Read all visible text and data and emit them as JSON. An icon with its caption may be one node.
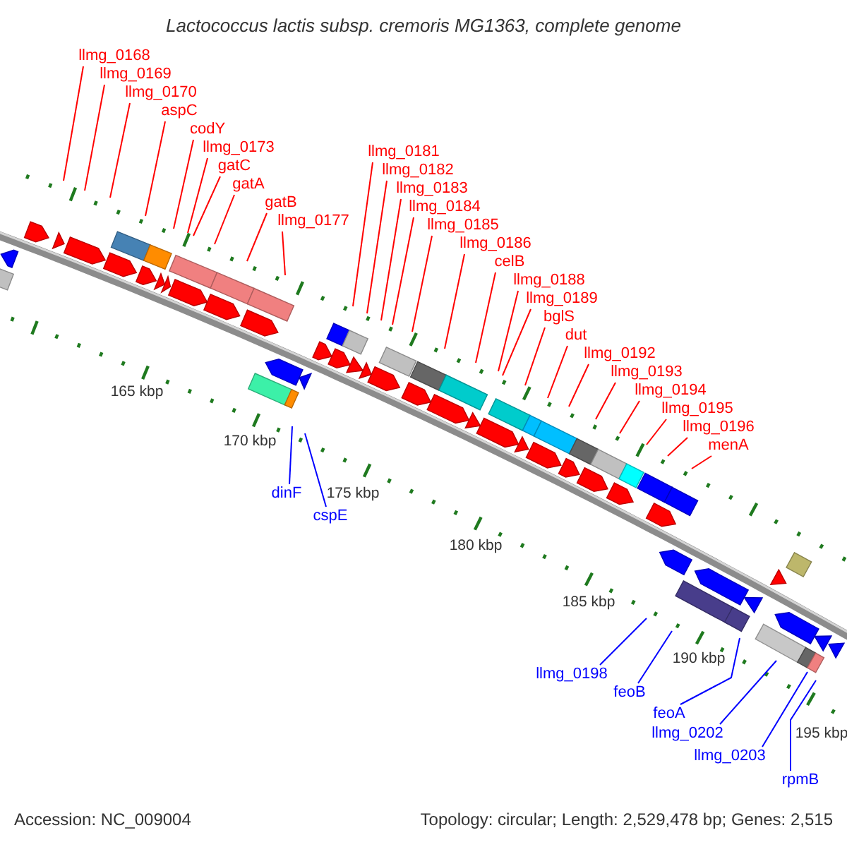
{
  "diagram": {
    "title": "Lactococcus lactis subsp. cremoris MG1363, complete genome",
    "nodes": [
      {
        "text": [
          "llmg_0168"
        ]
      },
      {
        "text": [
          "llmg_0169"
        ]
      },
      {
        "text": [
          "llmg_0170"
        ]
      },
      {
        "text": [
          "aspC"
        ]
      },
      {
        "text": [
          "codY"
        ]
      },
      {
        "text": [
          "llmg_0173"
        ]
      },
      {
        "text": [
          "gatC"
        ]
      },
      {
        "text": [
          "gatA"
        ]
      },
      {
        "text": [
          "gatB"
        ]
      },
      {
        "text": [
          "llmg_0177"
        ]
      },
      {
        "text": [
          "llmg_0181"
        ]
      },
      {
        "text": [
          "llmg_0182"
        ]
      },
      {
        "text": [
          "llmg_0183"
        ]
      },
      {
        "text": [
          "llmg_0184"
        ]
      },
      {
        "text": [
          "llmg_0185"
        ]
      },
      {
        "text": [
          "llmg_0186"
        ]
      },
      {
        "text": [
          "celB"
        ]
      },
      {
        "text": [
          "llmg_0188"
        ]
      },
      {
        "text": [
          "llmg_0189"
        ]
      },
      {
        "text": [
          "bglS"
        ]
      },
      {
        "text": [
          "dut"
        ]
      },
      {
        "text": [
          "llmg_0192"
        ]
      },
      {
        "text": [
          "llmg_0193"
        ]
      },
      {
        "text": [
          "llmg_0194"
        ]
      },
      {
        "text": [
          "llmg_0195"
        ]
      },
      {
        "text": [
          "llmg_0196"
        ]
      },
      {
        "text": [
          "menA"
        ]
      },
      {
        "text": [
          "dinF"
        ]
      },
      {
        "text": [
          "cspE"
        ]
      },
      {
        "text": [
          "llmg_0198"
        ]
      },
      {
        "text": [
          "feoB"
        ]
      },
      {
        "text": [
          "feoA"
        ]
      },
      {
        "text": [
          "llmg_0202"
        ]
      },
      {
        "text": [
          "llmg_0203"
        ]
      },
      {
        "text": [
          "rpmB"
        ]
      }
    ],
    "edges": [
      {
        "from": 0,
        "to": null,
        "arrow": "none"
      },
      {
        "from": 1,
        "to": null,
        "arrow": "none"
      },
      {
        "from": 2,
        "to": null,
        "arrow": "none"
      },
      {
        "from": 3,
        "to": null,
        "arrow": "none"
      },
      {
        "from": 4,
        "to": null,
        "arrow": "none"
      },
      {
        "from": 5,
        "to": null,
        "arrow": "none"
      },
      {
        "from": 6,
        "to": null,
        "arrow": "none"
      },
      {
        "from": 7,
        "to": null,
        "arrow": "none"
      },
      {
        "from": 8,
        "to": null,
        "arrow": "none"
      },
      {
        "from": 9,
        "to": null,
        "arrow": "none"
      },
      {
        "from": 10,
        "to": null,
        "arrow": "none"
      },
      {
        "from": 11,
        "to": null,
        "arrow": "none"
      },
      {
        "from": 12,
        "to": null,
        "arrow": "none"
      },
      {
        "from": 13,
        "to": null,
        "arrow": "none"
      },
      {
        "from": 14,
        "to": null,
        "arrow": "none"
      },
      {
        "from": 15,
        "to": null,
        "arrow": "none"
      },
      {
        "from": 16,
        "to": null,
        "arrow": "none"
      },
      {
        "from": 17,
        "to": null,
        "arrow": "none"
      },
      {
        "from": 18,
        "to": null,
        "arrow": "none"
      },
      {
        "from": 19,
        "to": null,
        "arrow": "none"
      },
      {
        "from": 20,
        "to": null,
        "arrow": "none"
      },
      {
        "from": 21,
        "to": null,
        "arrow": "none"
      },
      {
        "from": 22,
        "to": null,
        "arrow": "none"
      },
      {
        "from": 23,
        "to": null,
        "arrow": "none"
      },
      {
        "from": 24,
        "to": null,
        "arrow": "none"
      },
      {
        "from": 25,
        "to": null,
        "arrow": "none"
      },
      {
        "from": 26,
        "to": null,
        "arrow": "none"
      },
      {
        "from": 27,
        "to": null,
        "arrow": "none",
        "color": "#0000ff"
      },
      {
        "from": 28,
        "to": null,
        "arrow": "none",
        "color": "#0000ff"
      },
      {
        "from": 29,
        "to": null,
        "arrow": "none",
        "color": "#0000ff"
      },
      {
        "from": 30,
        "to": null,
        "arrow": "none",
        "color": "#0000ff"
      },
      {
        "from": 31,
        "to": null,
        "arrow": "none",
        "color": "#0000ff"
      },
      {
        "from": 32,
        "to": null,
        "arrow": "none",
        "color": "#0000ff"
      },
      {
        "from": 33,
        "to": null,
        "arrow": "none",
        "color": "#0000ff"
      },
      {
        "from": 34,
        "to": null,
        "arrow": "none",
        "color": "#0000ff"
      }
    ],
    "labels": [
      "165 kbp",
      "170 kbp",
      "175 kbp",
      "180 kbp",
      "185 kbp",
      "190 kbp",
      "195 kbp",
      "Accession: NC_009004",
      "Topology: circular; Length: 2,529,478 bp; Genes: 2,515"
    ]
  }
}
